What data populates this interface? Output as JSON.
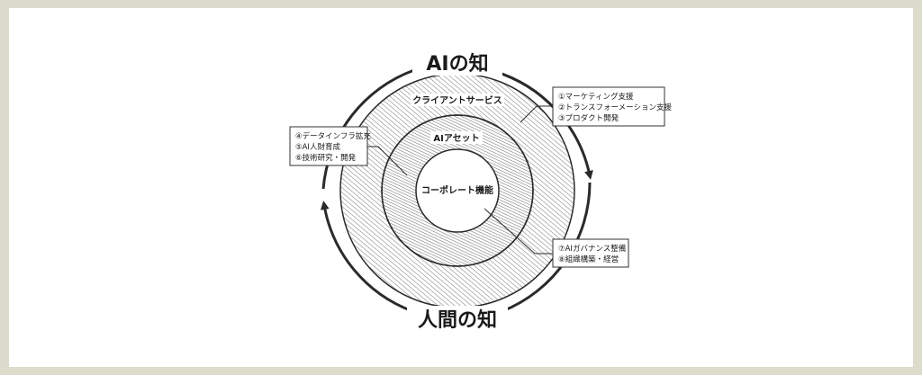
{
  "outer_labels": {
    "top": "AIの知",
    "bottom": "人間の知"
  },
  "rings": {
    "outer": "クライアントサービス",
    "middle": "AIアセット",
    "inner": "コーポレート機能"
  },
  "boxes": {
    "client_services": [
      "①マーケティング支援",
      "②トランスフォーメーション支援",
      "③プロダクト開発"
    ],
    "ai_assets": [
      "④データインフラ拡充",
      "⑤AI人財育成",
      "⑥技術研究・開発"
    ],
    "corporate": [
      "⑦AIガバナンス整備",
      "⑧組織構築・経営"
    ]
  },
  "colors": {
    "frame": "#dcdccc",
    "line": "#2a2a2a",
    "hatch": "#555555",
    "box_border": "#333333"
  }
}
